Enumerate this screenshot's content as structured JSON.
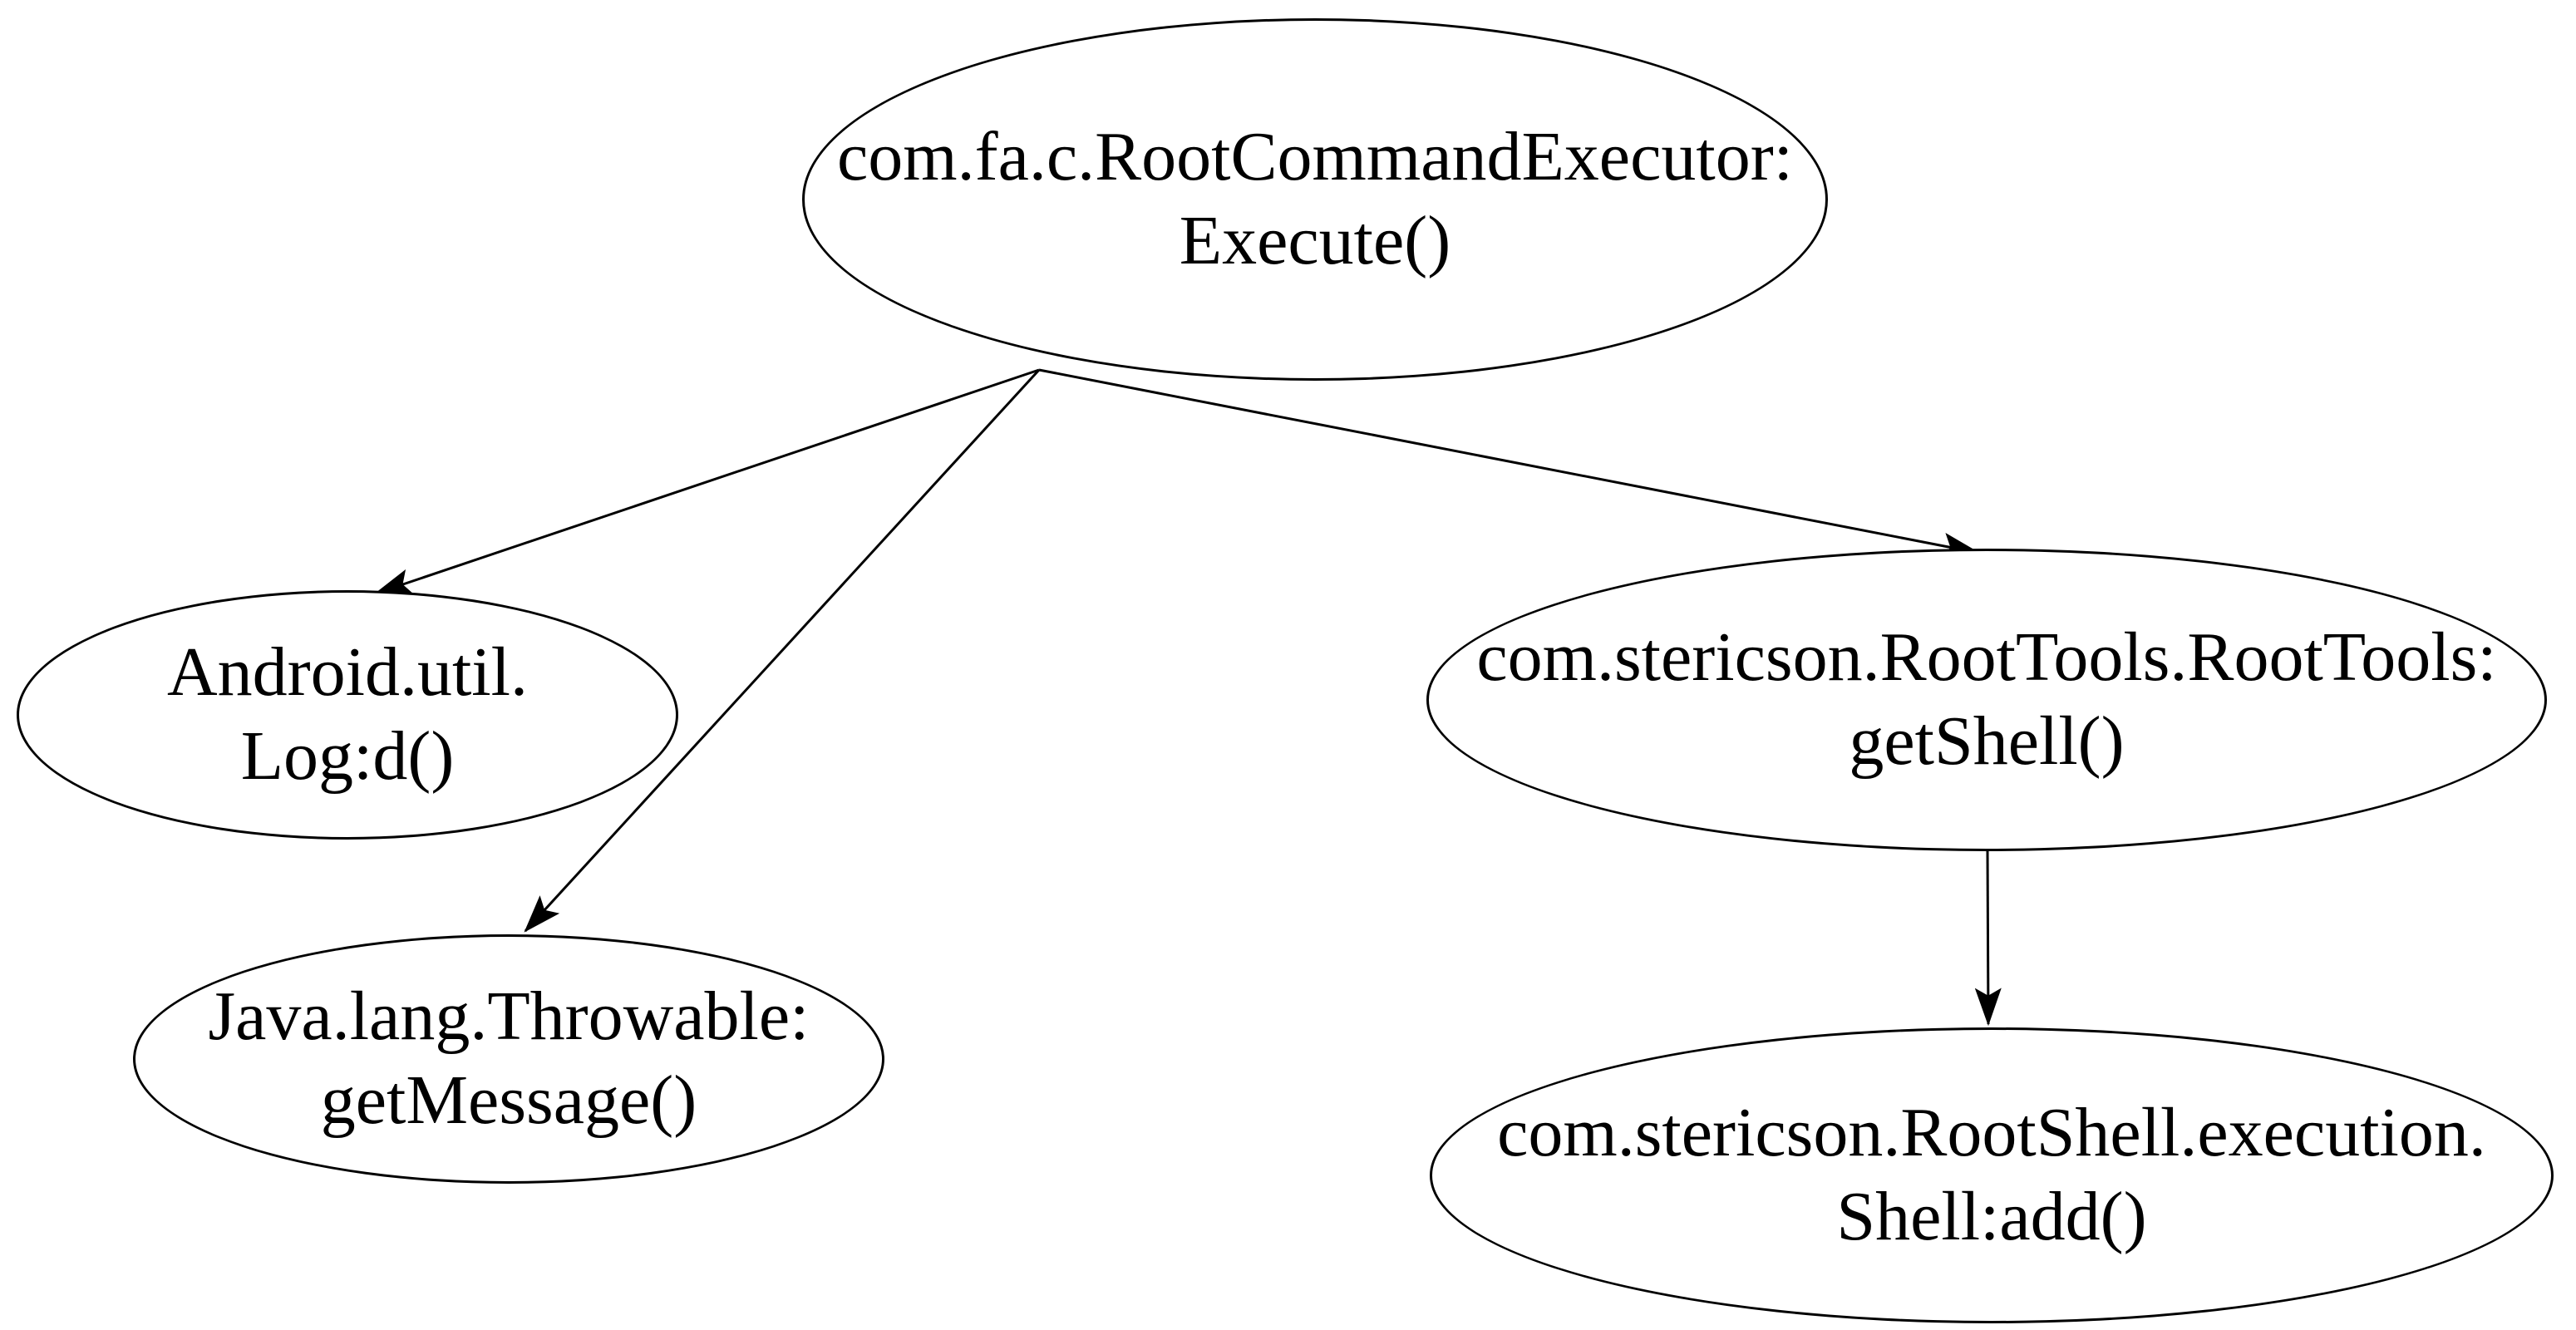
{
  "graph": {
    "kind": "call-graph",
    "directed": true,
    "background_color": "#ffffff",
    "node_fill_color": "#ffffff",
    "node_stroke_color": "#000000",
    "edge_color": "#000000",
    "text_color": "#000000",
    "nodes": [
      {
        "id": "root-command-executor",
        "line1": "com.fa.c.RootCommandExecutor:",
        "line2": "Execute()"
      },
      {
        "id": "android-util-log",
        "line1": "Android.util.",
        "line2": "Log:d()"
      },
      {
        "id": "java-lang-throwable",
        "line1": "Java.lang.Throwable:",
        "line2": "getMessage()"
      },
      {
        "id": "roottools-getshell",
        "line1": "com.stericson.RootTools.RootTools:",
        "line2": "getShell()"
      },
      {
        "id": "rootshell-add",
        "line1": "com.stericson.RootShell.execution.",
        "line2": "Shell:add()"
      }
    ],
    "edges": [
      {
        "from": "root-command-executor",
        "to": "android-util-log"
      },
      {
        "from": "root-command-executor",
        "to": "java-lang-throwable"
      },
      {
        "from": "root-command-executor",
        "to": "roottools-getshell"
      },
      {
        "from": "roottools-getshell",
        "to": "rootshell-add"
      }
    ]
  }
}
